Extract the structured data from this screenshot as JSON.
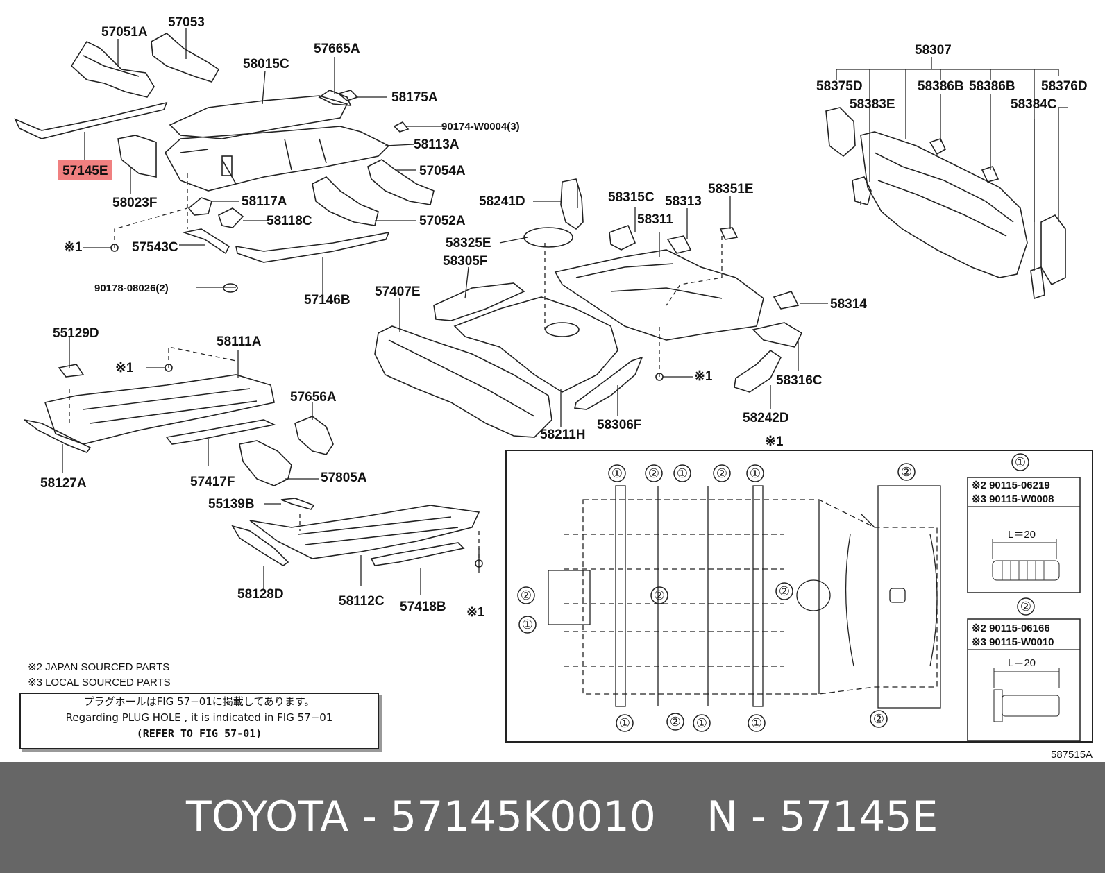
{
  "parts": {
    "p57051A": "57051A",
    "p57053": "57053",
    "p58015C": "58015C",
    "p57665A": "57665A",
    "p58175A": "58175A",
    "p90174": "90174-W0004(3)",
    "p58113A": "58113A",
    "p57145E": "57145E",
    "p58023F": "58023F",
    "p57054A": "57054A",
    "p58117A": "58117A",
    "p58118C": "58118C",
    "p57052A": "57052A",
    "p57543C": "57543C",
    "p90178": "90178-08026(2)",
    "p57146B": "57146B",
    "p58307": "58307",
    "p58375D": "58375D",
    "p58386B_1": "58386B",
    "p58386B_2": "58386B",
    "p58376D": "58376D",
    "p58383E": "58383E",
    "p58384C": "58384C",
    "p58241D": "58241D",
    "p58315C": "58315C",
    "p58313": "58313",
    "p58351E": "58351E",
    "p58311": "58311",
    "p58325E": "58325E",
    "p58305F": "58305F",
    "p57407E": "57407E",
    "p58314": "58314",
    "p58316C": "58316C",
    "p58242D": "58242D",
    "p58211H": "58211H",
    "p58306F": "58306F",
    "p55129D": "55129D",
    "p58111A": "58111A",
    "p58127A": "58127A",
    "p57656A": "57656A",
    "p57417F": "57417F",
    "p57805A": "57805A",
    "p55139B": "55139B",
    "p58128D": "58128D",
    "p58112C": "58112C",
    "p57418B": "57418B"
  },
  "marks": {
    "x1": "※1"
  },
  "inset": {
    "bolt1_title": "①",
    "bolt1_l2": "※2 90115-06219",
    "bolt1_l3": "※3 90115-W0008",
    "bolt1_len": "L＝20",
    "bolt2_title": "②",
    "bolt2_l2": "※2 90115-06166",
    "bolt2_l3": "※3 90115-W0010",
    "bolt2_len": "L＝20",
    "c1": "①",
    "c2": "②"
  },
  "notes": {
    "japan": "※2 JAPAN SOURCED PARTS",
    "local": "※3 LOCAL SOURCED PARTS",
    "plug_jp": "プラグホールはFIG 57−01に掲載してあります。",
    "plug_en": "Regarding PLUG HOLE , it is indicated in FIG 57−01",
    "plug_ref": "(REFER TO FIG 57-01)"
  },
  "figure_id": "587515A",
  "footer": {
    "left": "TOYOTA - 57145K0010",
    "right": "N - 57145E"
  },
  "highlight_color": "#f08080"
}
